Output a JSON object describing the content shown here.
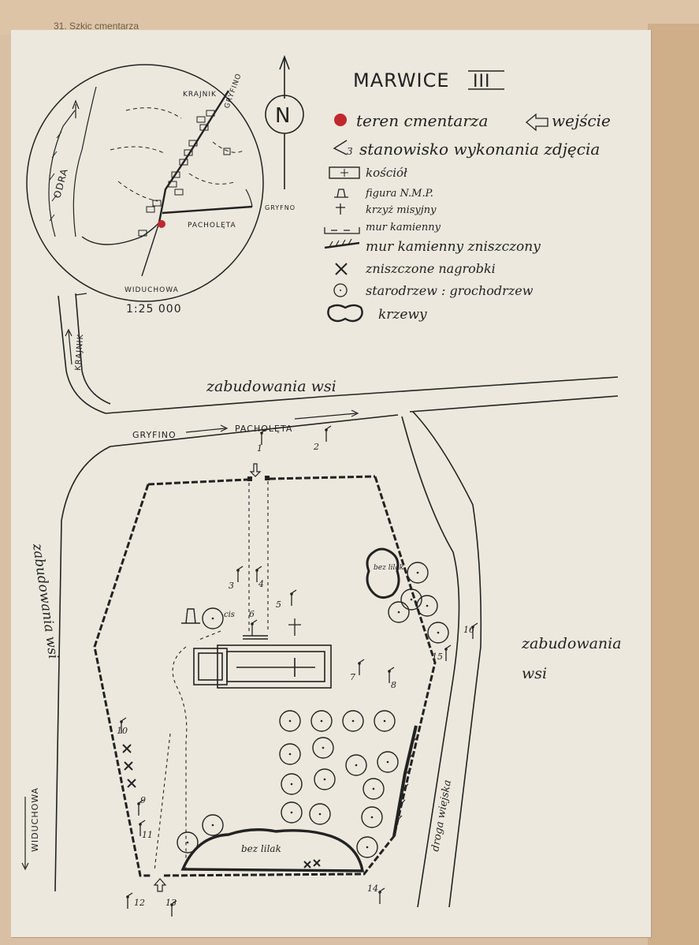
{
  "page": {
    "caption": "31. Szkic cmentarza"
  },
  "map": {
    "title": "MARWICE",
    "title_numeral": "III",
    "north_symbol": "N",
    "scale": "1:25 000"
  },
  "legend": {
    "items": [
      {
        "icon": "red-dot-icon",
        "label": "teren cmentarza"
      },
      {
        "icon": "entrance-arrow-icon",
        "label": "wejście"
      },
      {
        "icon": "photo-position-icon",
        "label": "stanowisko wykonania zdjęcia"
      },
      {
        "icon": "church-icon",
        "label": "kościół"
      },
      {
        "icon": "statue-icon",
        "label": "figura N.M.P."
      },
      {
        "icon": "cross-icon",
        "label": "krzyż misyjny"
      },
      {
        "icon": "stone-wall-icon",
        "label": "mur kamienny"
      },
      {
        "icon": "ruined-wall-icon",
        "label": "mur kamienny zniszczony"
      },
      {
        "icon": "destroyed-grave-icon",
        "label": "zniszczone nagrobki"
      },
      {
        "icon": "tree-icon",
        "label": "starodrzew : grochodrzew"
      },
      {
        "icon": "shrub-icon",
        "label": "krzewy"
      }
    ],
    "colors": {
      "cemetery": "#c1272d",
      "ink": "#222222",
      "paper": "#ece8dd"
    }
  },
  "inset": {
    "labels": {
      "river": "ODRA",
      "krajnik": "KRAJNIK",
      "gryfino": "GRYFINO",
      "gryfno": "GRYFNO",
      "pacholeta": "PACHOLĘTA",
      "widuchowa": "WIDUCHOWA"
    }
  },
  "plan": {
    "labels": {
      "village_top": "zabudowania wsi",
      "village_left": "zabudowania wsi",
      "village_right_1": "zabudowania",
      "village_right_2": "wsi",
      "road_gryfino": "GRYFINO",
      "road_pacholeta": "PACHOLĘTA",
      "road_krajnik": "KRAJNIK",
      "road_widuchowa": "WIDUCHOWA",
      "village_road": "droga wiejska",
      "lilac_small": "bez lilak",
      "lilac_large": "bez lilak",
      "yew": "cis"
    },
    "photo_points": [
      "1",
      "2",
      "3",
      "4",
      "5",
      "6",
      "7",
      "8",
      "9",
      "10",
      "11",
      "12",
      "13",
      "14",
      "15",
      "16"
    ]
  }
}
